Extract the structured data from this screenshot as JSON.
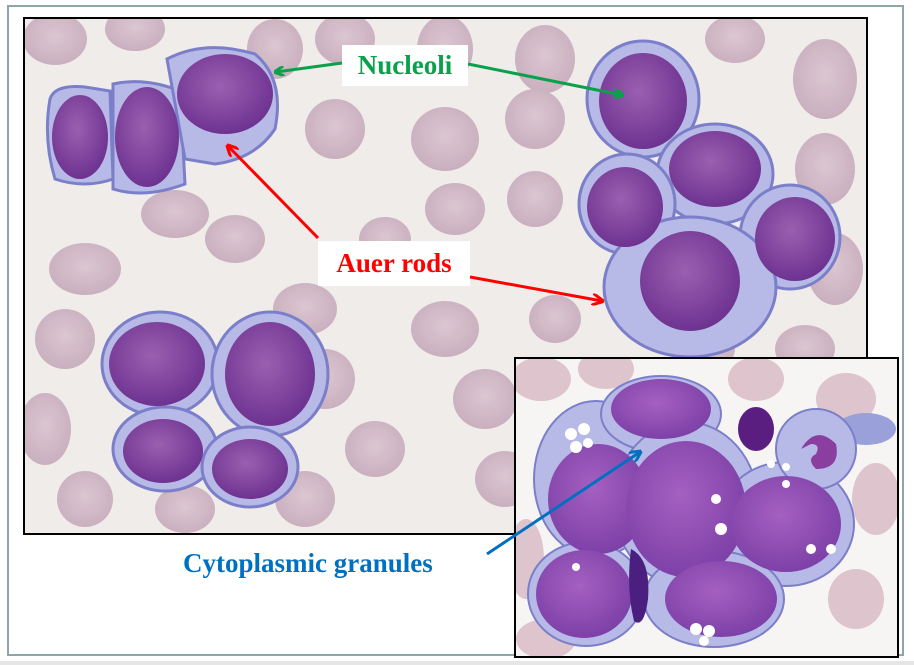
{
  "slide": {
    "frame_color": "#8fa5a8"
  },
  "images": {
    "main": {
      "description": "Blood smear micrograph: clusters of myeloblasts among red blood cells"
    },
    "inset": {
      "description": "Inset micrograph: blast cells with cytoplasmic granules and vacuoles"
    }
  },
  "annotations": [
    {
      "id": "nucleoli",
      "label": "Nucleoli",
      "color": "#0aa14b",
      "arrows": 2
    },
    {
      "id": "auer_rods",
      "label": "Auer rods",
      "color": "#ff0000",
      "arrows": 2
    },
    {
      "id": "cytoplasmic_granules",
      "label": "Cytoplasmic granules",
      "color": "#0070c0",
      "arrows": 1
    }
  ]
}
